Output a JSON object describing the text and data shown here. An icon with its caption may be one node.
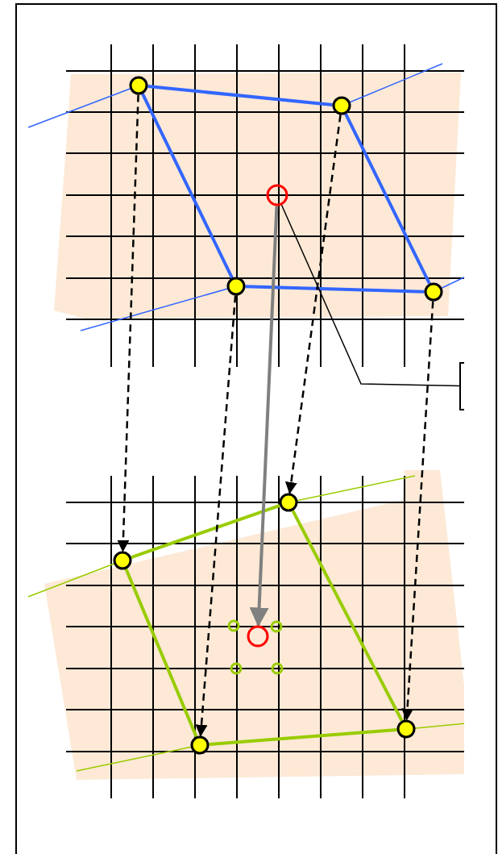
{
  "diagram": {
    "nodes": [
      {
        "text": [],
        "shape": "circle"
      },
      {
        "text": [],
        "shape": "circle"
      },
      {
        "text": [],
        "shape": "circle"
      },
      {
        "text": [],
        "shape": "circle"
      },
      {
        "text": [],
        "shape": "circle"
      },
      {
        "text": [],
        "shape": "circle"
      },
      {
        "text": [],
        "shape": "circle"
      },
      {
        "text": [],
        "shape": "circle"
      },
      {
        "text": [],
        "shape": "circle"
      },
      {
        "text": [],
        "shape": "circle"
      },
      {
        "text": [],
        "shape": "box"
      }
    ],
    "edges": [
      {
        "from": 0,
        "to": 1,
        "arrow": "none",
        "color": "#3366ff"
      },
      {
        "from": 1,
        "to": 3,
        "arrow": "none",
        "color": "#3366ff"
      },
      {
        "from": 3,
        "to": 2,
        "arrow": "none",
        "color": "#3366ff"
      },
      {
        "from": 2,
        "to": 0,
        "arrow": "none",
        "color": "#3366ff"
      },
      {
        "from": 5,
        "to": 6,
        "arrow": "none",
        "color": "#99cc00"
      },
      {
        "from": 6,
        "to": 8,
        "arrow": "none",
        "color": "#99cc00"
      },
      {
        "from": 8,
        "to": 7,
        "arrow": "none",
        "color": "#99cc00"
      },
      {
        "from": 7,
        "to": 5,
        "arrow": "none",
        "color": "#99cc00"
      },
      {
        "from": 0,
        "to": 5,
        "arrow": "to",
        "style": "dashed"
      },
      {
        "from": 1,
        "to": 6,
        "arrow": "to",
        "style": "dashed"
      },
      {
        "from": 2,
        "to": 7,
        "arrow": "to",
        "style": "dashed"
      },
      {
        "from": 3,
        "to": 8,
        "arrow": "to",
        "style": "dashed"
      },
      {
        "from": 4,
        "to": 9,
        "arrow": "to",
        "color": "#808080"
      },
      {
        "from": 4,
        "to": 10,
        "arrow": "none"
      }
    ]
  }
}
